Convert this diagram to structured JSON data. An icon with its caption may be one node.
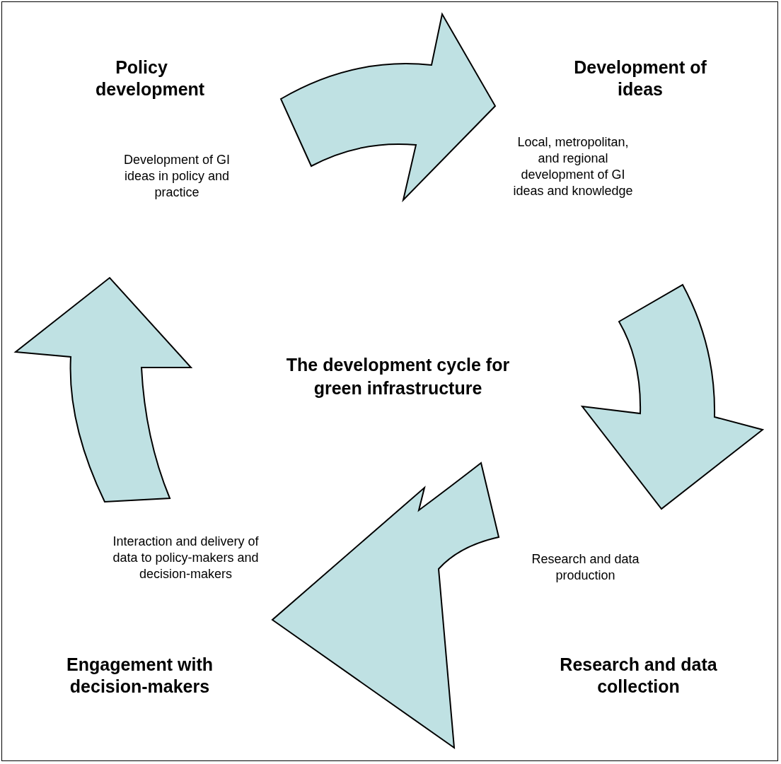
{
  "diagram": {
    "title": "The development cycle for green infrastructure",
    "nodes": [
      {
        "text": [
          "Policy development",
          "Development of GI ideas in policy and practice"
        ]
      },
      {
        "text": [
          "Development of ideas",
          "Local, metropolitan, and regional development of GI ideas and knowledge"
        ]
      },
      {
        "text": [
          "Research and data production",
          "Research and data collection"
        ]
      },
      {
        "text": [
          "Interaction and delivery of data to policy-makers and decision-makers",
          "Engagement with decision-makers"
        ]
      }
    ],
    "edges": [
      {
        "from": 0,
        "to": 1,
        "arrow": "to",
        "style": "thick"
      },
      {
        "from": 1,
        "to": 2,
        "arrow": "to",
        "style": "thick"
      },
      {
        "from": 2,
        "to": 3,
        "arrow": "to",
        "style": "thick"
      },
      {
        "from": 3,
        "to": 0,
        "arrow": "to",
        "style": "thick"
      }
    ]
  }
}
